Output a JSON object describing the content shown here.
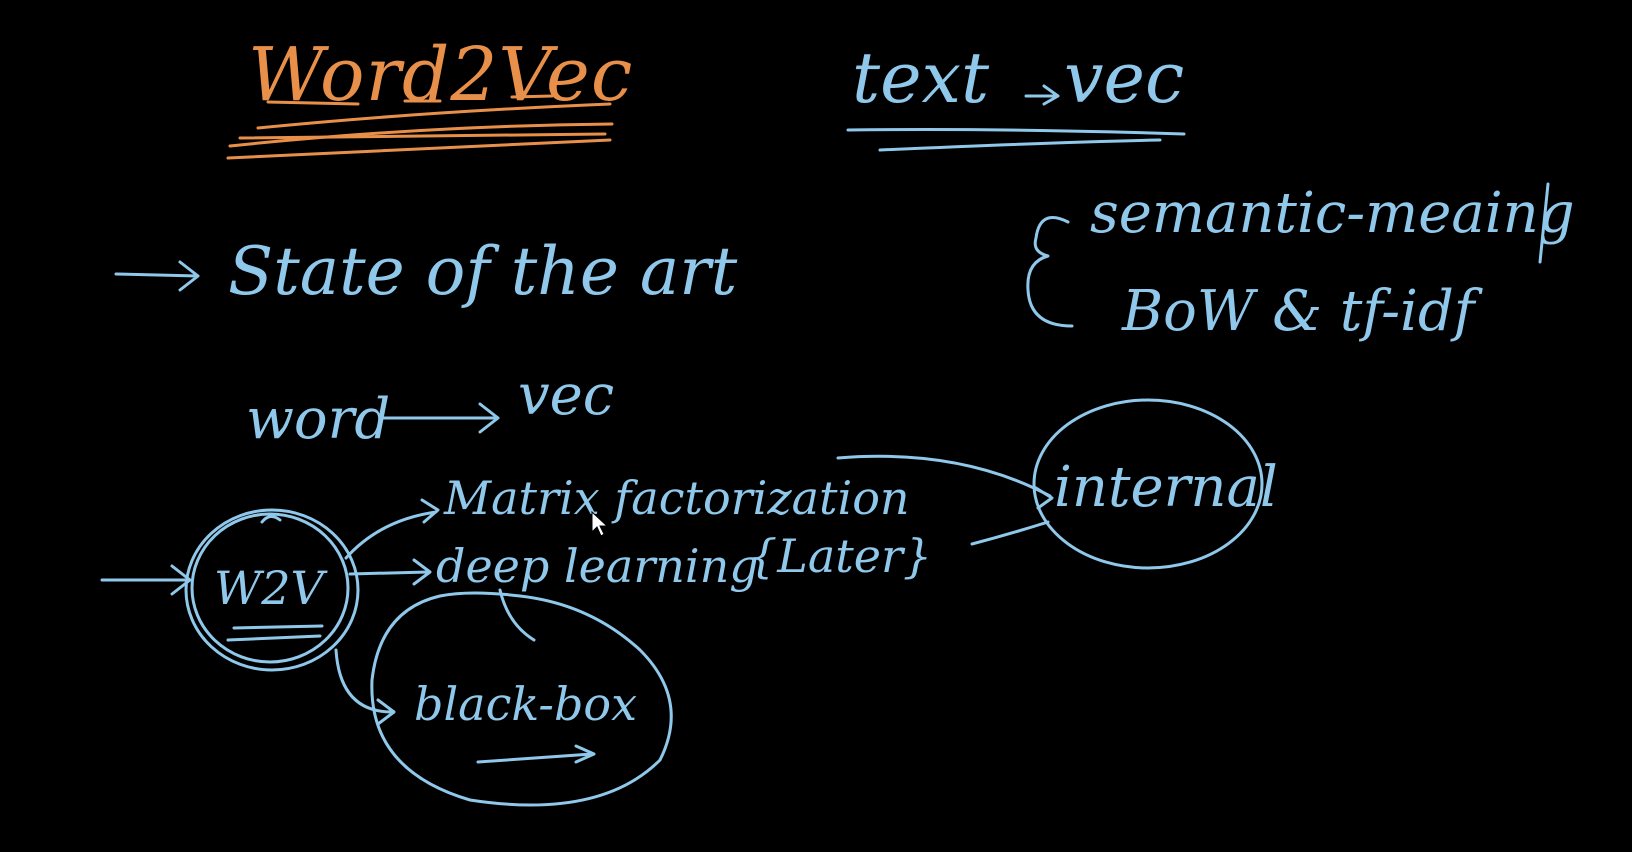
{
  "colors": {
    "background": "#000000",
    "accent_orange": "#e8904a",
    "ink_blue": "#8fc8ea"
  },
  "title": "Word2Vec",
  "text_to_vec": {
    "left": "text",
    "right": "vec"
  },
  "state_of_the_art": "State of the art",
  "semantic_meaning": "semantic-meaing",
  "bow_tfidf": "BoW & tf-idf",
  "word_to_vec": {
    "left": "word",
    "right": "vec"
  },
  "w2v": "W2V",
  "branches": {
    "matrix_factorization": "Matrix factorization",
    "deep_learning": "deep learning",
    "later": "{Later}",
    "black_box": "black-box"
  },
  "internal": "internal"
}
